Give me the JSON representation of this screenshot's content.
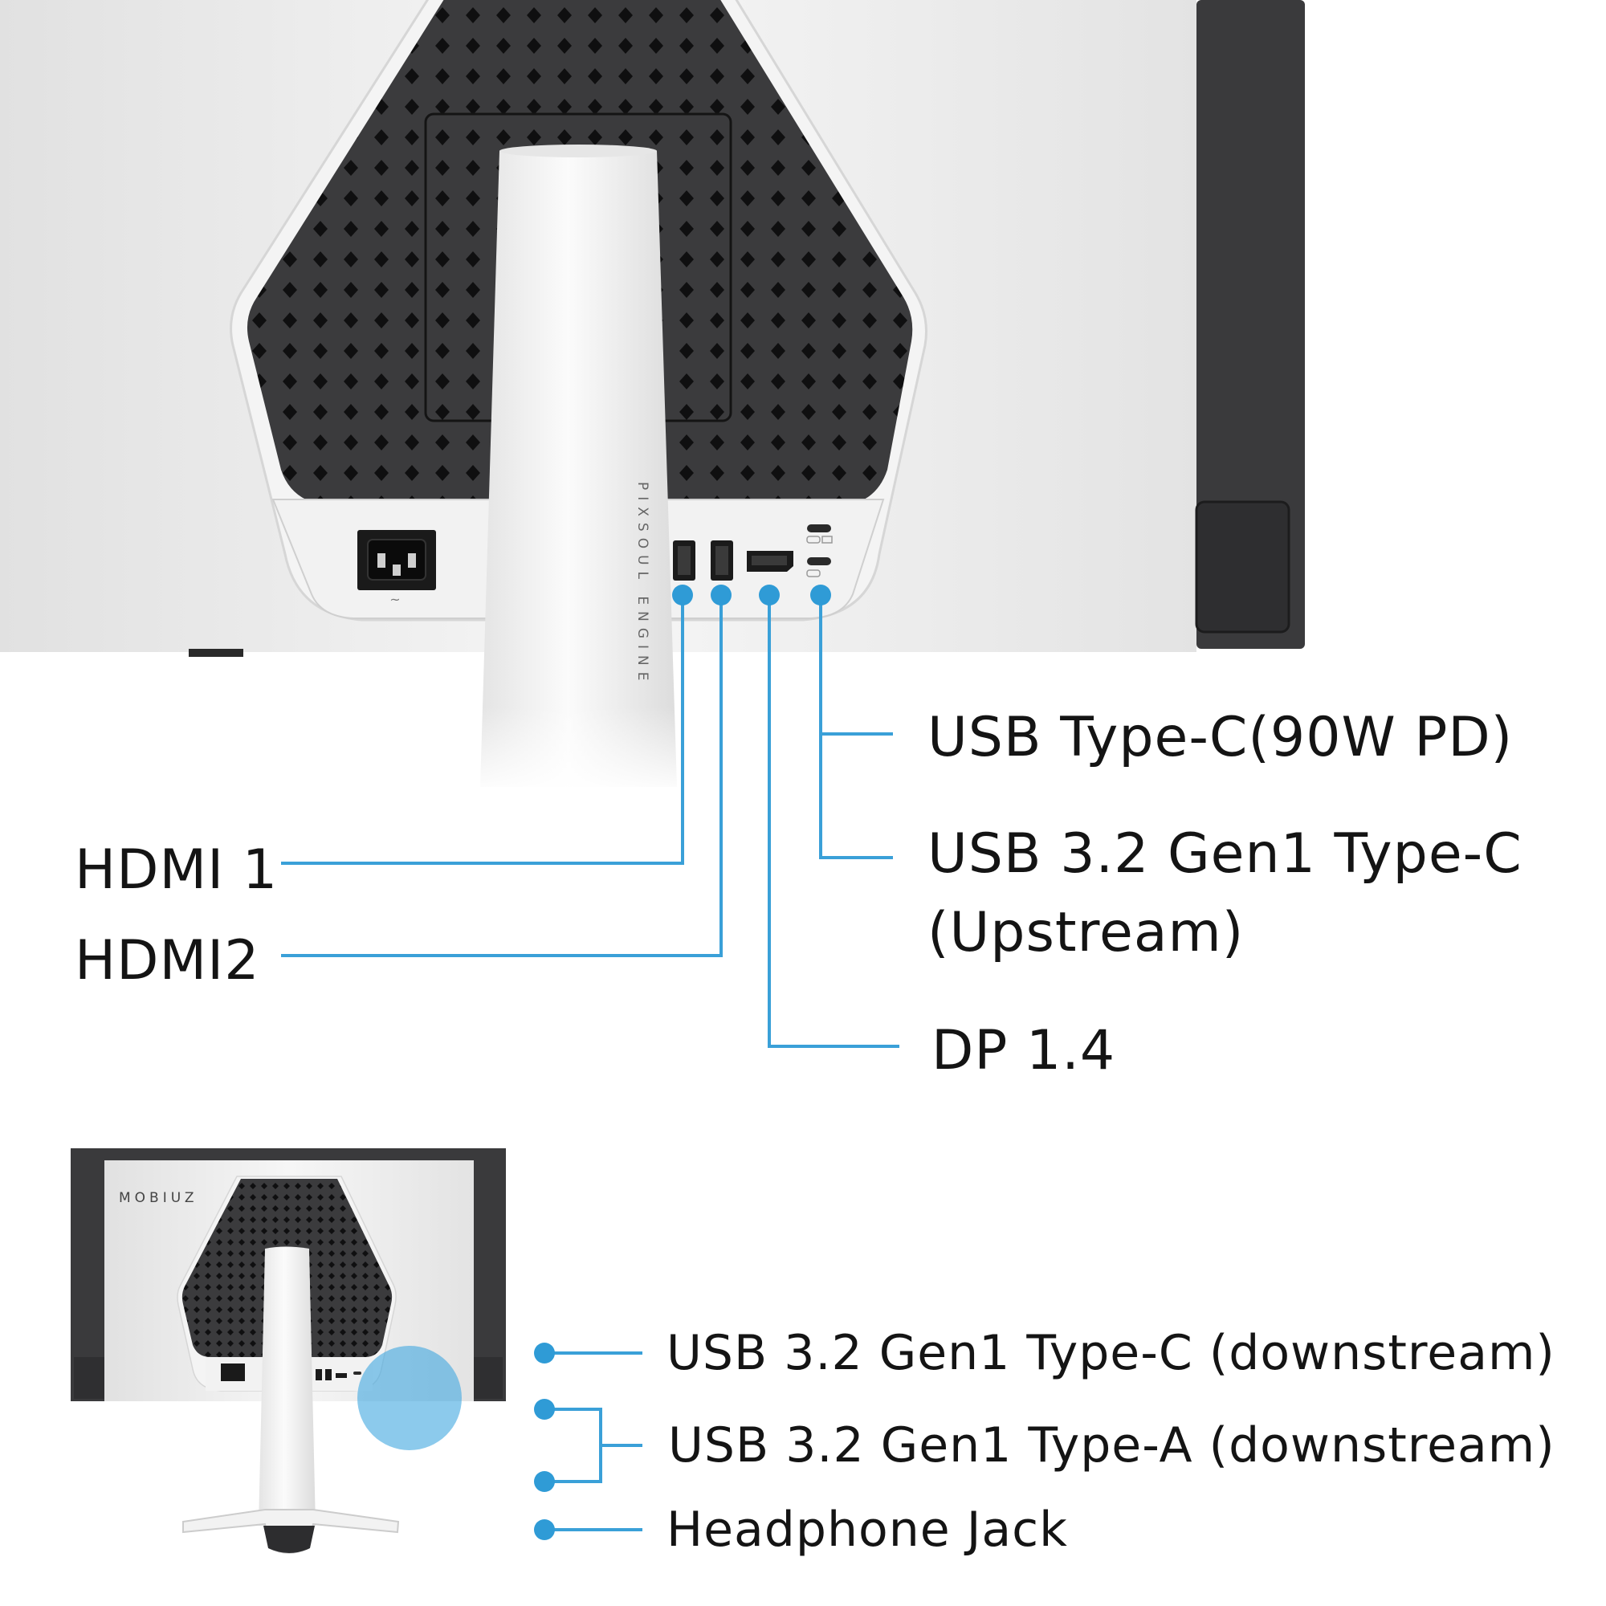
{
  "product": {
    "brand_logo": "MOBIUZ",
    "stand_text": "PIXSOUL ENGINE"
  },
  "ports_top": [
    {
      "id": "usb-c-90w",
      "label": "USB Type-C(90W PD)"
    },
    {
      "id": "usb-c-up-1",
      "label": "USB 3.2 Gen1 Type-C"
    },
    {
      "id": "usb-c-up-2",
      "label": "(Upstream)"
    },
    {
      "id": "dp",
      "label": "DP 1.4"
    },
    {
      "id": "hdmi1",
      "label": "HDMI 1"
    },
    {
      "id": "hdmi2",
      "label": "HDMI2"
    }
  ],
  "ports_bottom": [
    {
      "id": "usb-c-down",
      "label": "USB 3.2 Gen1 Type-C (downstream)"
    },
    {
      "id": "usb-a-down",
      "label": "USB 3.2 Gen1 Type-A (downstream)"
    },
    {
      "id": "headphone",
      "label": "Headphone Jack"
    }
  ],
  "colors": {
    "accent_blue": "#3aa0d8",
    "bezel_dark": "#3a3a3c",
    "panel_white": "#e9e9e9"
  }
}
